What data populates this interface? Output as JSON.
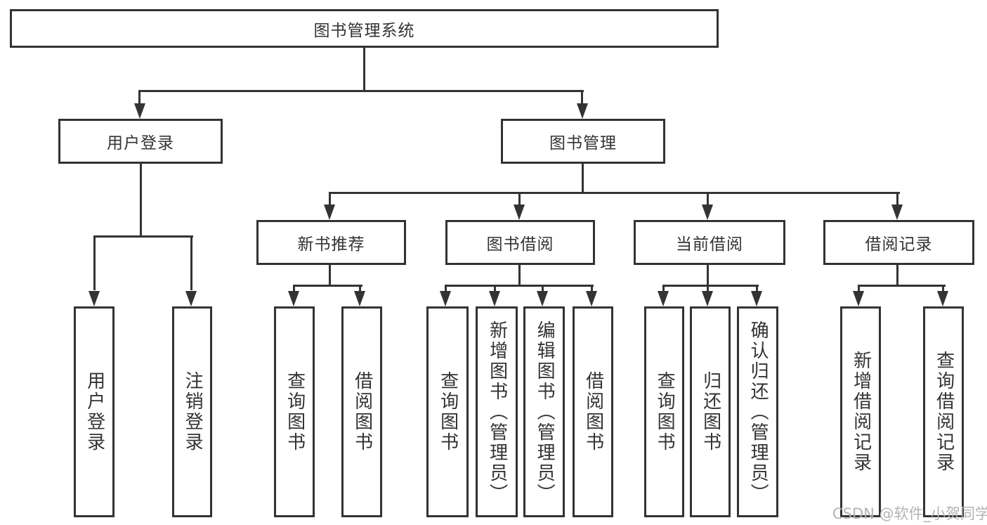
{
  "tree": {
    "label": "图书管理系统",
    "children": [
      {
        "label": "用户登录",
        "children": [
          {
            "label": "用户登录"
          },
          {
            "label": "注销登录"
          }
        ]
      },
      {
        "label": "图书管理",
        "children": [
          {
            "label": "新书推荐",
            "children": [
              {
                "label": "查询图书"
              },
              {
                "label": "借阅图书"
              }
            ]
          },
          {
            "label": "图书借阅",
            "children": [
              {
                "label": "查询图书"
              },
              {
                "label": "新增图书（管理员）"
              },
              {
                "label": "编辑图书（管理员）"
              },
              {
                "label": "借阅图书"
              }
            ]
          },
          {
            "label": "当前借阅",
            "children": [
              {
                "label": "查询图书"
              },
              {
                "label": "归还图书"
              },
              {
                "label": "确认归还（管理员）"
              }
            ]
          },
          {
            "label": "借阅记录",
            "children": [
              {
                "label": "新增借阅记录"
              },
              {
                "label": "查询借阅记录"
              }
            ]
          }
        ]
      }
    ]
  },
  "watermark": {
    "text": "CSDN @软件_小贺同学"
  },
  "colors": {
    "line": "#333333",
    "text": "#333333",
    "watermark": "#b3b3b3",
    "background": "#ffffff"
  }
}
